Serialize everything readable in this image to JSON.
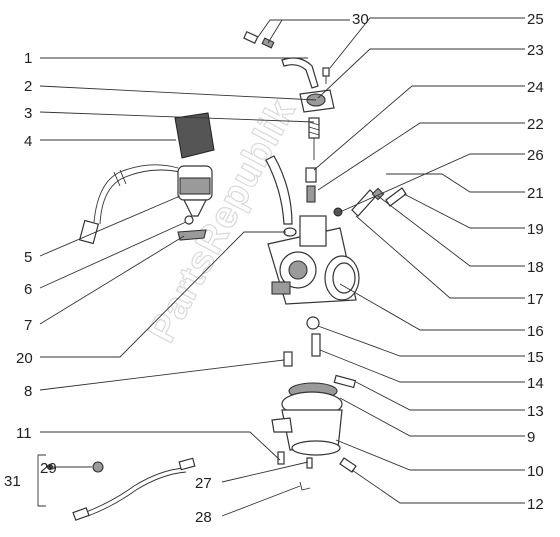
{
  "watermark": "PartsRepublik",
  "callouts": {
    "c1": "1",
    "c2": "2",
    "c3": "3",
    "c4": "4",
    "c5": "5",
    "c6": "6",
    "c7": "7",
    "c8": "8",
    "c9": "9",
    "c10": "10",
    "c11": "11",
    "c12": "12",
    "c13": "13",
    "c14": "14",
    "c15": "15",
    "c16": "16",
    "c17": "17",
    "c18": "18",
    "c19": "19",
    "c20": "20",
    "c21": "21",
    "c22": "22",
    "c23": "23",
    "c24": "24",
    "c25": "25",
    "c26": "26",
    "c27": "27",
    "c28": "28",
    "c29": "29",
    "c30": "30",
    "c31": "31"
  }
}
